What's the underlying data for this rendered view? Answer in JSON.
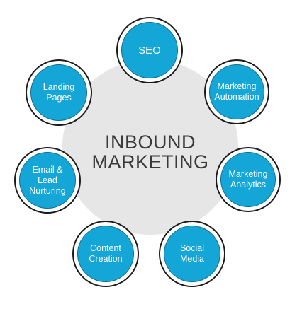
{
  "colors": {
    "node_fill": "#14a6d6",
    "node_ring": "#ffffff",
    "node_outline": "#1b1b1b",
    "hub_fill": "#e6e6e6",
    "hub_text": "#3a3a3a",
    "node_text": "#ffffff"
  },
  "hub": {
    "line1": "INBOUND",
    "line2": "MARKETING"
  },
  "nodes": [
    {
      "id": "seo",
      "label": "SEO"
    },
    {
      "id": "marketing-automation",
      "label": "Marketing\nAutomation"
    },
    {
      "id": "marketing-analytics",
      "label": "Marketing\nAnalytics"
    },
    {
      "id": "social-media",
      "label": "Social\nMedia"
    },
    {
      "id": "content-creation",
      "label": "Content\nCreation"
    },
    {
      "id": "email-lead-nurturing",
      "label": "Email &\nLead\nNurturing"
    },
    {
      "id": "landing-pages",
      "label": "Landing\nPages"
    }
  ]
}
